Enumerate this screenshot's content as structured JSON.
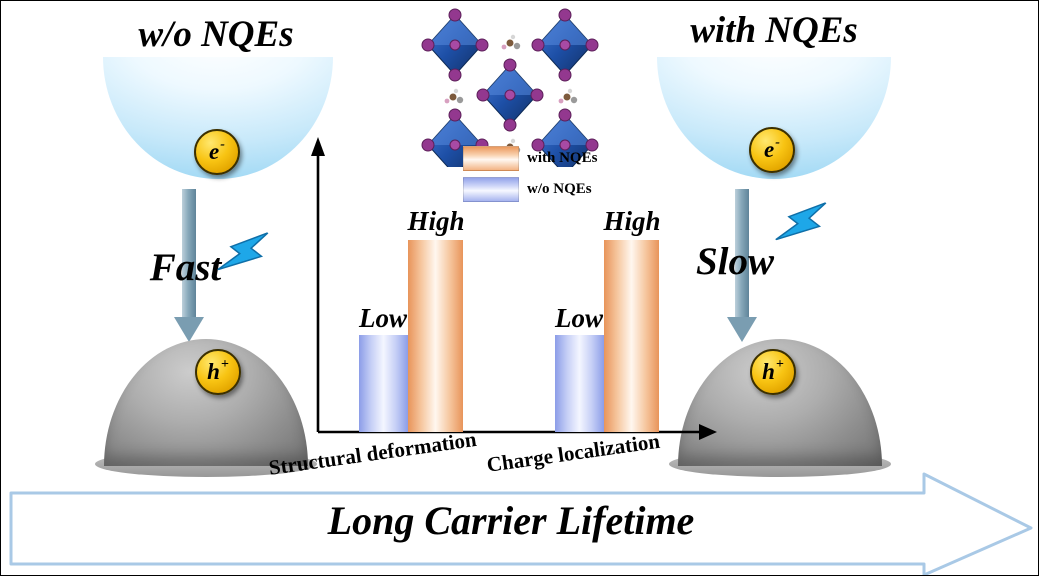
{
  "left_panel": {
    "title": "w/o NQEs",
    "speed_label": "Fast",
    "electron": {
      "symbol": "e",
      "charge": "-"
    },
    "hole": {
      "symbol": "h",
      "charge": "+"
    }
  },
  "right_panel": {
    "title": "with NQEs",
    "speed_label": "Slow",
    "electron": {
      "symbol": "e",
      "charge": "-"
    },
    "hole": {
      "symbol": "h",
      "charge": "+"
    }
  },
  "legend": {
    "items": [
      {
        "label": "with NQEs",
        "color": "#f0a875"
      },
      {
        "label": "w/o NQEs",
        "color": "#a0aeee"
      }
    ]
  },
  "chart_data": {
    "type": "bar",
    "categories": [
      "Structural deformation",
      "Charge localization"
    ],
    "series": [
      {
        "name": "w/o NQEs",
        "values": [
          "Low",
          "Low"
        ],
        "color": "#a0aeee"
      },
      {
        "name": "with NQEs",
        "values": [
          "High",
          "High"
        ],
        "color": "#f0a875"
      }
    ],
    "ylabel": "",
    "xlabel": "",
    "legend_position": "top-center",
    "axis_style": "arrow axes, no ticks"
  },
  "bottom_banner": {
    "label": "Long Carrier Lifetime"
  },
  "colors": {
    "lightning_blue": "#1ea7e8",
    "particle_gold": "#f6bc00",
    "dome_gray": "#8f8f8f",
    "bowl_blue": "#9fd8f4",
    "banner_outline": "#a9c9e6",
    "octahedra_blue": "#1d4fa6",
    "atom_purple": "#93388f",
    "drop_arrow_gray_blue": "#7a9db1"
  }
}
